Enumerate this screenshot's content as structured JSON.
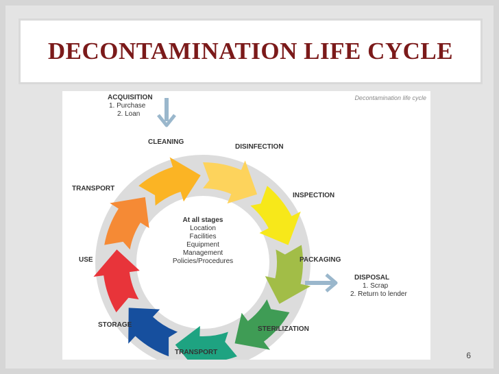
{
  "slide": {
    "title": "DECONTAMINATION LIFE CYCLE",
    "page_number": "6"
  },
  "figure": {
    "caption": "Decontamination life cycle",
    "center": {
      "heading": "At all stages",
      "items": [
        "Location",
        "Facilities",
        "Equipment",
        "Management",
        "Policies/Procedures"
      ]
    },
    "acquisition": {
      "label": "ACQUISITION",
      "items": [
        "1. Purchase",
        "2. Loan"
      ]
    },
    "disposal": {
      "label": "DISPOSAL",
      "items": [
        "1. Scrap",
        "2. Return to lender"
      ]
    },
    "stages": [
      {
        "label": "CLEANING",
        "color": "#e8343a"
      },
      {
        "label": "DISINFECTION",
        "color": "#f58a35"
      },
      {
        "label": "INSPECTION",
        "color": "#fbb424"
      },
      {
        "label": "PACKAGING",
        "color": "#fdd35c"
      },
      {
        "label": "STERILIZATION",
        "color": "#f7e81a"
      },
      {
        "label": "TRANSPORT",
        "color": "#a2bd47"
      },
      {
        "label": "STORAGE",
        "color": "#3f9c55"
      },
      {
        "label": "USE",
        "color": "#1ea381"
      },
      {
        "label": "TRANSPORT",
        "color": "#164f9e"
      }
    ],
    "inflow_arrow_color": "#9ab7cc"
  }
}
